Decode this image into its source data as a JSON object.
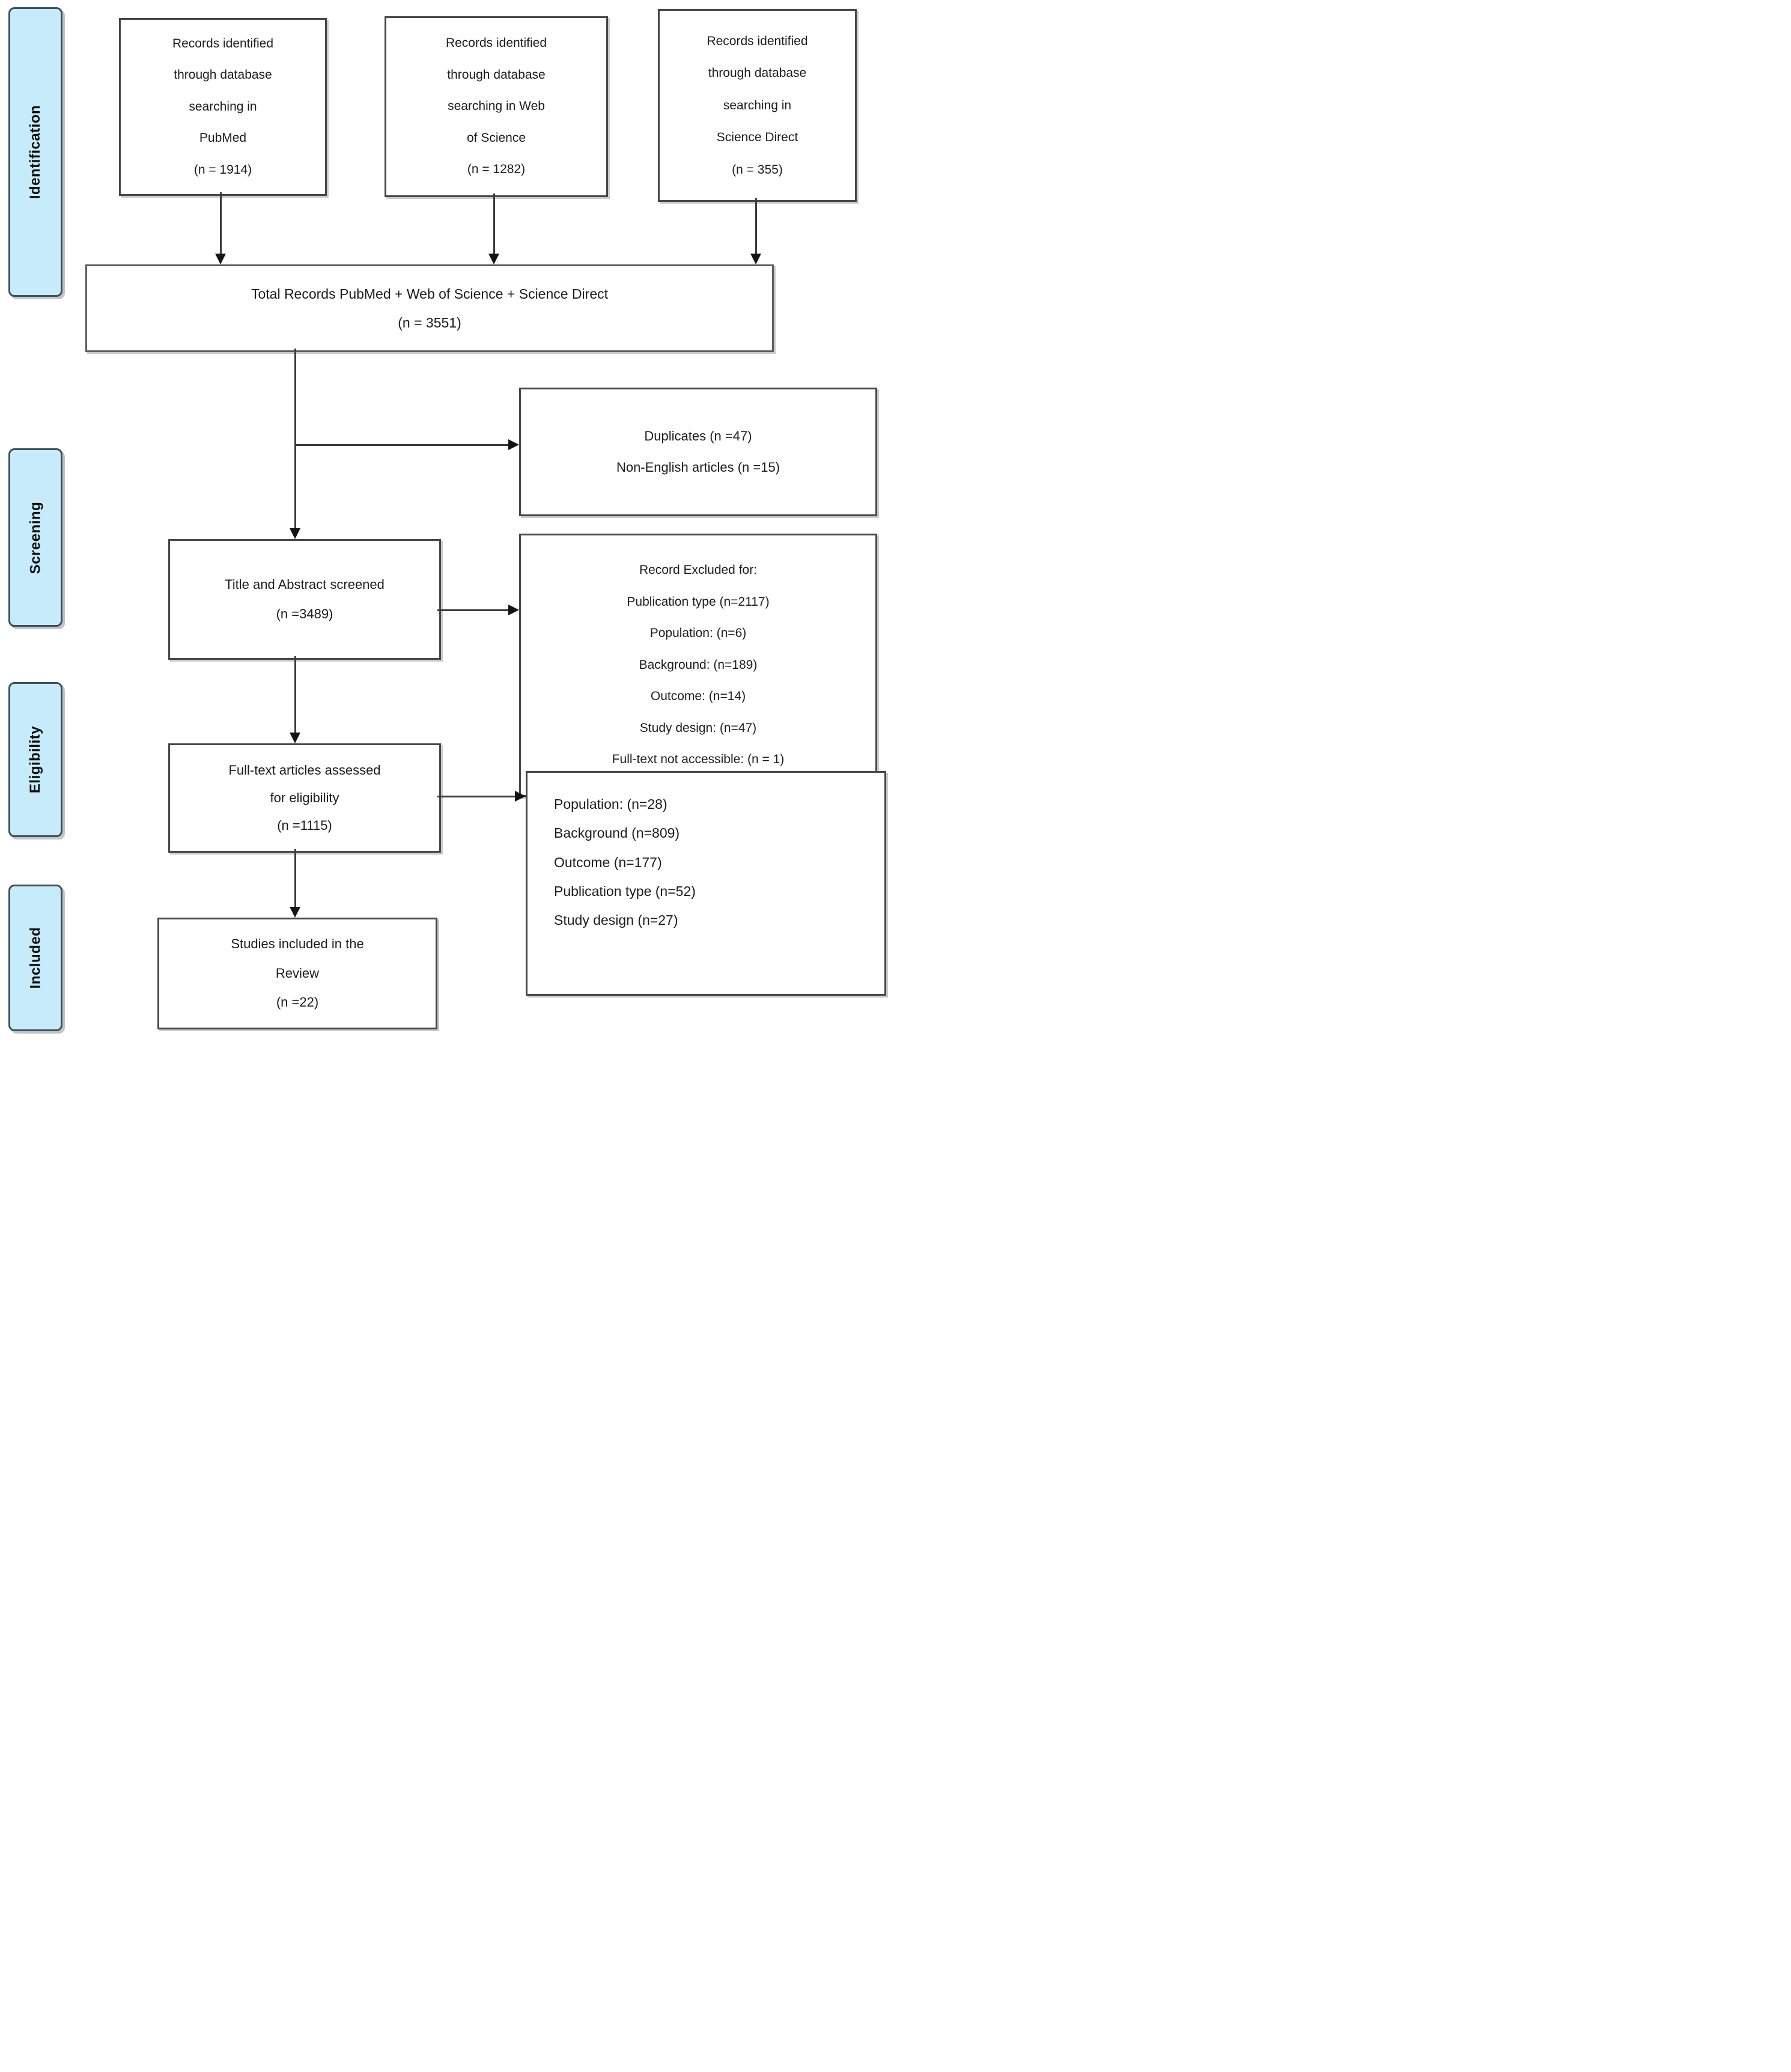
{
  "stages": {
    "identification": {
      "label": "Identification"
    },
    "screening": {
      "label": "Screening"
    },
    "eligibility": {
      "label": "Eligibility"
    },
    "included": {
      "label": "Included"
    }
  },
  "boxes": {
    "pubmed": {
      "lines": [
        "Records identified",
        "through database",
        "searching in",
        "PubMed",
        "(n = 1914)"
      ]
    },
    "web_of_science": {
      "lines": [
        "Records identified",
        "through database",
        "searching in Web",
        "of Science",
        "(n = 1282)"
      ]
    },
    "science_direct": {
      "lines": [
        "Records identified",
        "through database",
        "searching in",
        "Science Direct",
        "(n = 355)"
      ]
    },
    "total": {
      "lines": [
        "Total Records PubMed + Web of Science + Science Direct",
        "(n = 3551)"
      ]
    },
    "duplicates": {
      "lines": [
        "Duplicates (n =47)",
        "Non-English articles (n =15)"
      ]
    },
    "title_abstract": {
      "lines": [
        "Title and Abstract screened",
        "(n =3489)"
      ]
    },
    "record_excluded": {
      "lines": [
        "Record Excluded for:",
        "Publication type (n=2117)",
        "Population: (n=6)",
        "Background: (n=189)",
        "Outcome: (n=14)",
        "Study design: (n=47)",
        "Full-text not accessible: (n = 1)"
      ]
    },
    "full_text": {
      "lines": [
        "Full-text articles assessed",
        "for eligibility",
        "(n =1115)"
      ]
    },
    "full_text_excluded": {
      "lines": [
        "Population: (n=28)",
        "Background (n=809)",
        "Outcome (n=177)",
        "Publication type (n=52)",
        "Study design (n=27)"
      ]
    },
    "included_studies": {
      "lines": [
        "Studies included in the",
        "Review",
        "(n =22)"
      ]
    }
  },
  "colors": {
    "stage_fill": "#c6ebfa",
    "stage_border": "#3e4f5e",
    "box_border": "#484848",
    "connector": "#3a3a3a"
  }
}
